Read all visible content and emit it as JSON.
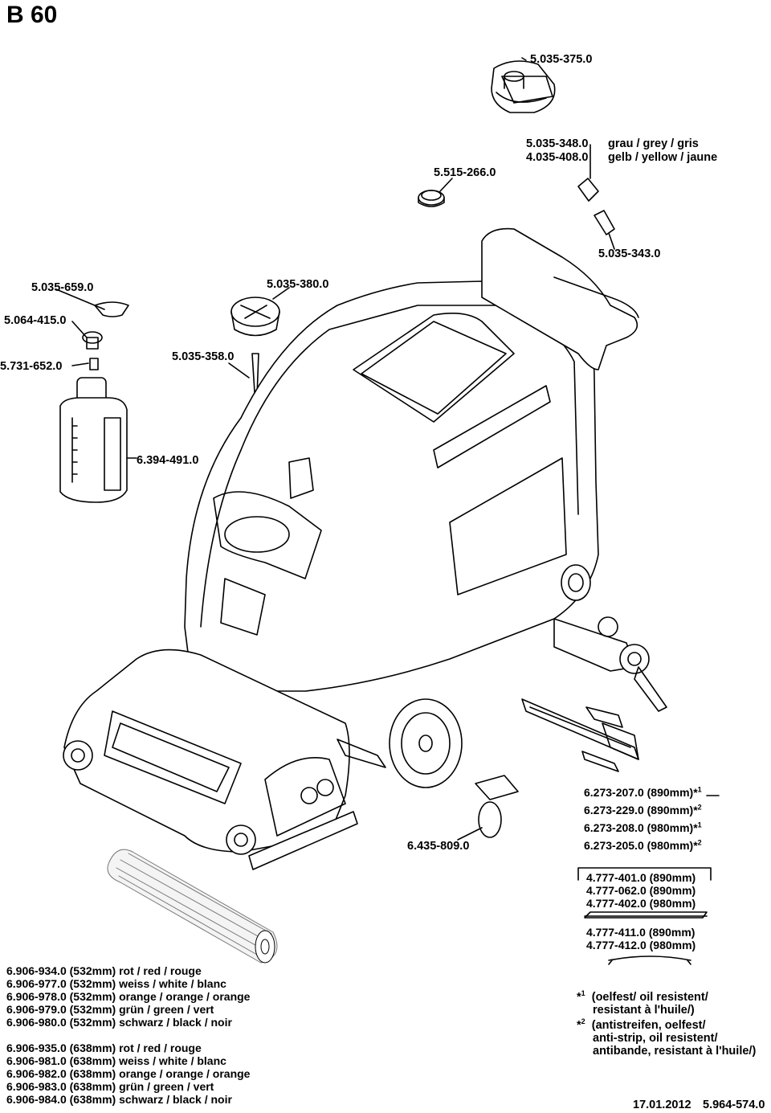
{
  "title": "B 60",
  "parts": {
    "p_5035375": "5.035-375.0",
    "p_5035348": "5.035-348.0",
    "p_5035348_desc": "grau / grey / gris",
    "p_4035408": "4.035-408.0",
    "p_4035408_desc": "gelb / yellow / jaune",
    "p_5515266": "5.515-266.0",
    "p_5035343": "5.035-343.0",
    "p_5035659": "5.035-659.0",
    "p_5035380": "5.035-380.0",
    "p_5064415": "5.064-415.0",
    "p_5731652": "5.731-652.0",
    "p_5035358": "5.035-358.0",
    "p_6394491": "6.394-491.0",
    "p_6435809": "6.435-809.0"
  },
  "squeegee_lips": [
    {
      "code": "6.273-207.0 (890mm)",
      "mark": "*",
      "sup": "1"
    },
    {
      "code": "6.273-229.0 (890mm)",
      "mark": "*",
      "sup": "2"
    },
    {
      "code": "6.273-208.0 (980mm)",
      "mark": "*",
      "sup": "1"
    },
    {
      "code": "6.273-205.0 (980mm)",
      "mark": "*",
      "sup": "2"
    }
  ],
  "squeegee_frames": [
    "4.777-401.0 (890mm)",
    "4.777-062.0 (890mm)",
    "4.777-402.0 (980mm)"
  ],
  "squeegee_strips": [
    "4.777-411.0 (890mm)",
    "4.777-412.0 (980mm)"
  ],
  "brushes_532": [
    "6.906-934.0 (532mm) rot / red / rouge",
    "6.906-977.0 (532mm) weiss / white / blanc",
    "6.906-978.0 (532mm) orange / orange / orange",
    "6.906-979.0 (532mm) grün / green / vert",
    "6.906-980.0 (532mm) schwarz / black / noir"
  ],
  "brushes_638": [
    "6.906-935.0 (638mm) rot / red / rouge",
    "6.906-981.0 (638mm) weiss / white / blanc",
    "6.906-982.0 (638mm) orange / orange / orange",
    "6.906-983.0 (638mm) grün / green / vert",
    "6.906-984.0 (638mm) schwarz / black / noir"
  ],
  "notes": {
    "n1_mark": "*",
    "n1_sup": "1",
    "n1_line1": "(oelfest/ oil resistent/",
    "n1_line2": "resistant à l'huile/)",
    "n2_mark": "*",
    "n2_sup": "2",
    "n2_line1": "(antistreifen, oelfest/",
    "n2_line2": "anti-strip, oil resistent/",
    "n2_line3": "antibande, resistant à l'huile/)"
  },
  "footer": {
    "date": "17.01.2012",
    "doc": "5.964-574.0"
  }
}
